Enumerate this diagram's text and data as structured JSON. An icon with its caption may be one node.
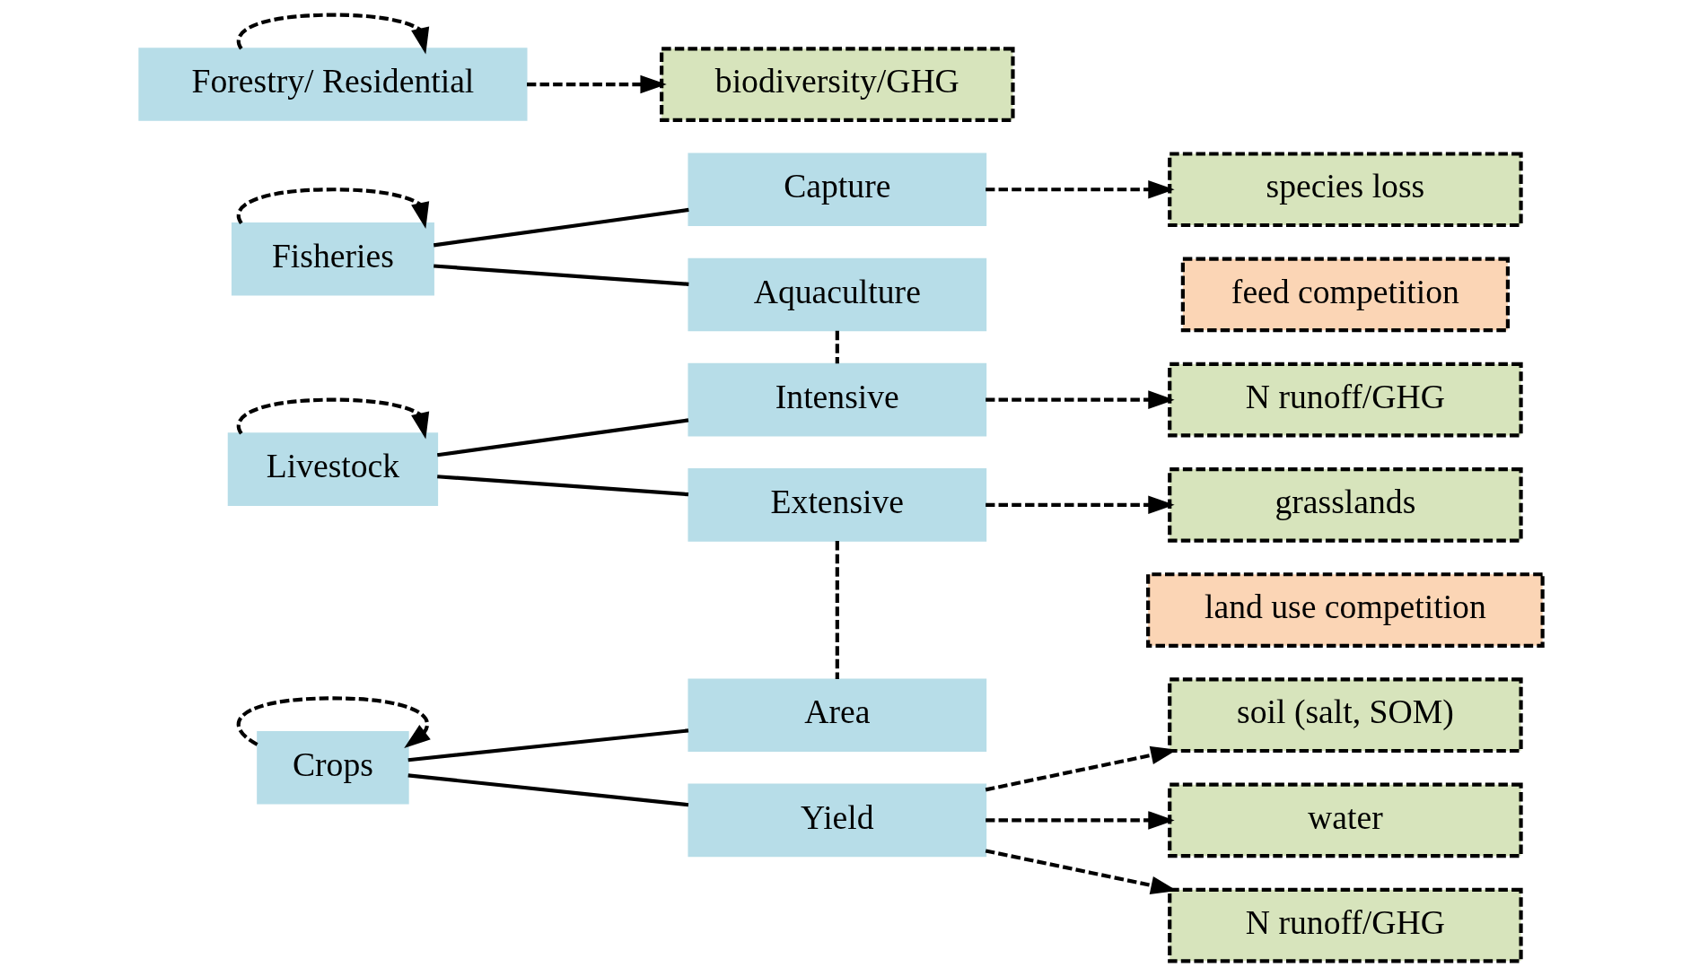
{
  "diagram": {
    "nodes": [
      {
        "text": [
          "Fisheries"
        ]
      },
      {
        "text": [
          "Capture"
        ]
      },
      {
        "text": [
          "Aquaculture"
        ]
      },
      {
        "text": [
          "Livestock"
        ]
      },
      {
        "text": [
          "Intensive"
        ]
      },
      {
        "text": [
          "Extensive"
        ]
      },
      {
        "text": [
          "Forestry/ Residential"
        ]
      },
      {
        "text": [
          "Crops"
        ]
      },
      {
        "text": [
          "Area"
        ]
      },
      {
        "text": [
          "Yield"
        ]
      },
      {
        "text": [
          "species loss"
        ]
      },
      {
        "text": [
          "feed competition"
        ]
      },
      {
        "text": [
          "N runoff/GHG"
        ]
      },
      {
        "text": [
          "grasslands"
        ]
      },
      {
        "text": [
          "biodiversity/GHG"
        ]
      },
      {
        "text": [
          "land use competition"
        ]
      },
      {
        "text": [
          "soil (salt, SOM)"
        ]
      },
      {
        "text": [
          "water"
        ]
      },
      {
        "text": [
          "N runoff/GHG"
        ]
      }
    ],
    "edges": [
      {
        "from": 0,
        "to": 0,
        "arrow": "to",
        "style": "dashed"
      },
      {
        "from": 0,
        "to": 1,
        "arrow": "none"
      },
      {
        "from": 0,
        "to": 2,
        "arrow": "none"
      },
      {
        "from": 3,
        "to": 3,
        "arrow": "to",
        "style": "dashed"
      },
      {
        "from": 3,
        "to": 4,
        "arrow": "none"
      },
      {
        "from": 3,
        "to": 5,
        "arrow": "none"
      },
      {
        "from": 6,
        "to": 6,
        "arrow": "to",
        "style": "dashed"
      },
      {
        "from": 7,
        "to": 7,
        "arrow": "to",
        "style": "dashed"
      },
      {
        "from": 7,
        "to": 8,
        "arrow": "none"
      },
      {
        "from": 7,
        "to": 9,
        "arrow": "none"
      },
      {
        "from": 1,
        "to": 10,
        "arrow": "to",
        "style": "dashed"
      },
      {
        "from": 2,
        "to": 4,
        "arrow": "none",
        "style": "dashed"
      },
      {
        "from": 4,
        "to": 12,
        "arrow": "to",
        "style": "dashed"
      },
      {
        "from": 5,
        "to": 13,
        "arrow": "to",
        "style": "dashed"
      },
      {
        "from": 5,
        "to": 8,
        "arrow": "none",
        "style": "dashed"
      },
      {
        "from": 6,
        "to": 14,
        "arrow": "to",
        "style": "dashed"
      },
      {
        "from": 9,
        "to": 16,
        "arrow": "to",
        "style": "dashed"
      },
      {
        "from": 9,
        "to": 17,
        "arrow": "to",
        "style": "dashed"
      },
      {
        "from": 9,
        "to": 18,
        "arrow": "to",
        "style": "dashed"
      }
    ]
  }
}
